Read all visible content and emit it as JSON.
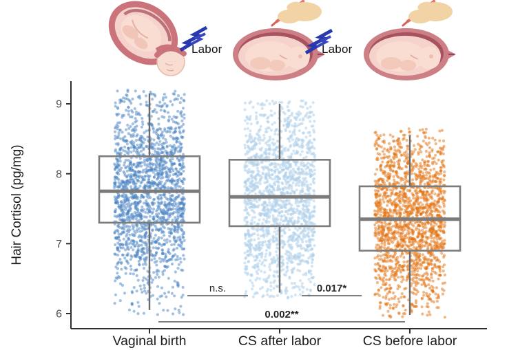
{
  "illustrations": {
    "vaginal": {
      "icon": "fetus-in-womb-vaginal",
      "labor_label": "Labor",
      "has_lightning_bolt": true,
      "has_scalpel_hand": false
    },
    "cs_after": {
      "icon": "fetus-in-womb-cesarean",
      "labor_label": "Labor",
      "has_lightning_bolt": true,
      "has_scalpel_hand": true
    },
    "cs_before": {
      "icon": "fetus-in-womb-cesarean",
      "has_lightning_bolt": false,
      "has_scalpel_hand": true
    }
  },
  "chart_data": {
    "type": "boxplot-jitter",
    "title": "",
    "ylabel": "Hair Cortisol (pg/mg)",
    "xlabel": "",
    "yticks": [
      6,
      7,
      8,
      9
    ],
    "ylim": [
      5.85,
      9.3
    ],
    "grid": false,
    "categories": [
      "Vaginal birth",
      "CS after labor",
      "CS before labor"
    ],
    "groups": [
      {
        "name": "Vaginal birth",
        "color": "#4a84c4",
        "alpha": 0.5,
        "median": 7.75,
        "q1": 7.3,
        "q3": 8.25,
        "whisker_low": 6.05,
        "whisker_high": 9.15,
        "points_min": 5.98,
        "points_max": 9.2,
        "n_points": 1800
      },
      {
        "name": "CS after labor",
        "color": "#aecfea",
        "alpha": 0.55,
        "median": 7.67,
        "q1": 7.25,
        "q3": 8.2,
        "whisker_low": 6.3,
        "whisker_high": 9.0,
        "points_min": 6.22,
        "points_max": 9.05,
        "n_points": 1700
      },
      {
        "name": "CS before labor",
        "color": "#e2720f",
        "alpha": 0.5,
        "median": 7.35,
        "q1": 6.9,
        "q3": 7.82,
        "whisker_low": 5.98,
        "whisker_high": 8.55,
        "points_min": 5.94,
        "points_max": 8.65,
        "n_points": 1800
      }
    ],
    "comparisons": [
      {
        "between": [
          "Vaginal birth",
          "CS after labor"
        ],
        "label": "n.s.",
        "bold": false
      },
      {
        "between": [
          "CS after labor",
          "CS before labor"
        ],
        "label": "0.017*",
        "bold": true
      },
      {
        "between": [
          "Vaginal birth",
          "CS before labor"
        ],
        "label": "0.002**",
        "bold": true
      }
    ],
    "box_stroke_color": "#7b7b7b",
    "whisker_color": "#6a6a6a",
    "axis_color": "#2e2e2e",
    "tick_label_color": "#4b4b4b",
    "category_label_color": "#1c1c1c"
  }
}
